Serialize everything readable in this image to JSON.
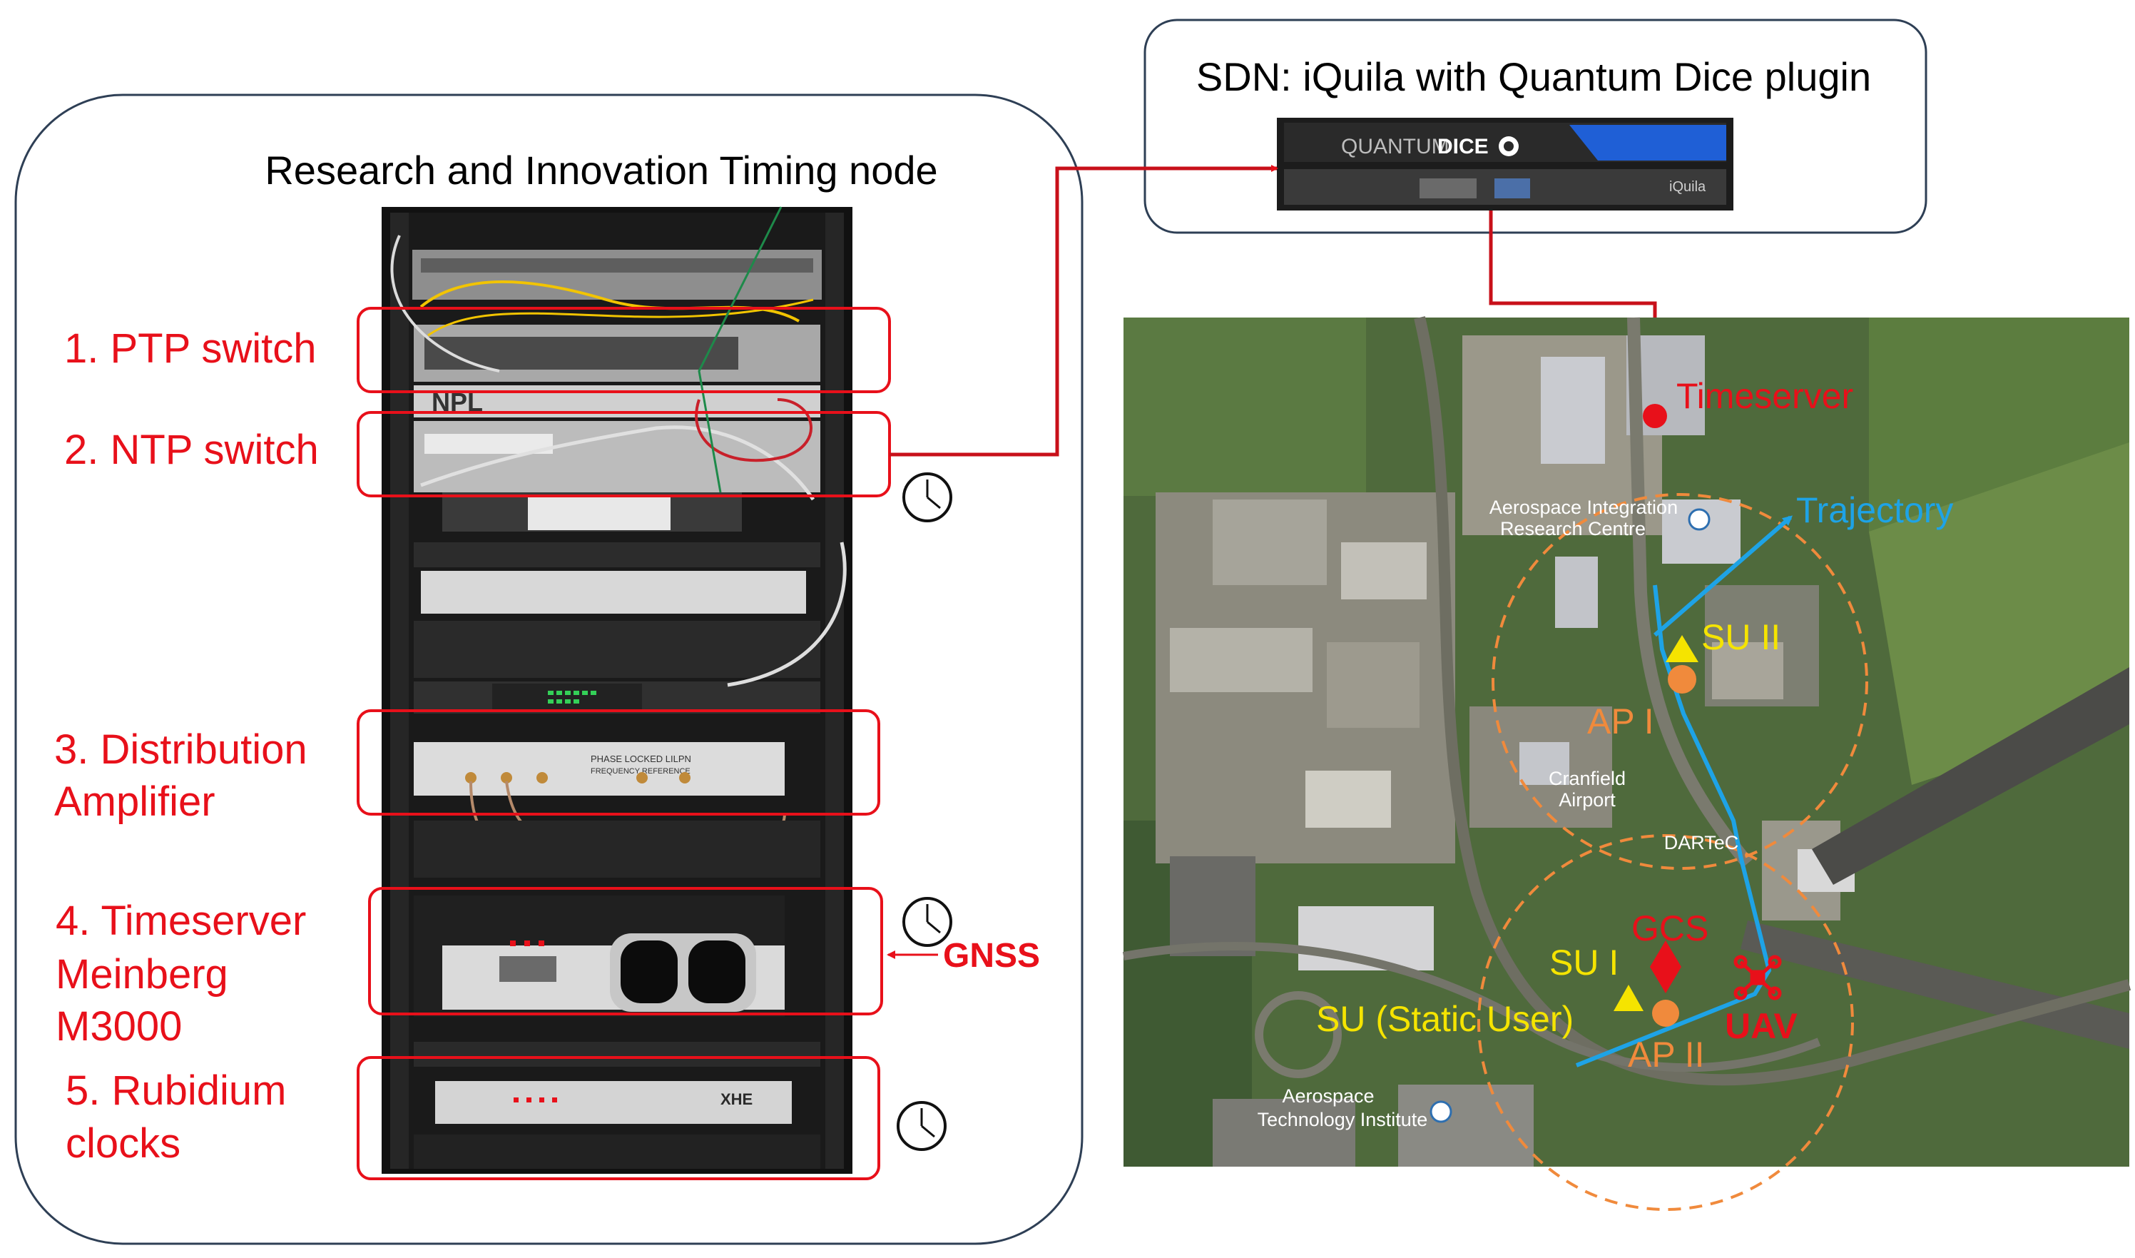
{
  "node": {
    "title": "Research and Innovation Timing node",
    "labels": [
      "1. PTP switch",
      "2. NTP switch",
      "3. Distribution",
      "Amplifier",
      "4. Timeserver",
      "Meinberg",
      "M3000",
      "5. Rubidium",
      "clocks"
    ],
    "gnss_label": "GNSS"
  },
  "rack_panel_text": {
    "npl": "NPL",
    "pll": "PHASE LOCKED LILPN",
    "pll_sub": "FREQUENCY REFERENCE",
    "xhe": "XHE"
  },
  "sdn": {
    "title": "SDN: iQuila with Quantum Dice plugin",
    "brand_left": "QUANTUM",
    "brand_right": "DICE",
    "brand_iquila": "iQuila"
  },
  "map": {
    "labels": {
      "timeserver": "Timeserver",
      "trajectory": "Trajectory",
      "su2": "SU II",
      "ap1": "AP I",
      "gcs": "GCS",
      "su1": "SU I",
      "su_static": "SU (Static User)",
      "ap2": "AP II",
      "uav": "UAV"
    },
    "places": {
      "airc_1": "Aerospace Integration",
      "airc_2": "Research Centre",
      "cranfield_1": "Cranfield",
      "cranfield_2": "Airport",
      "dartec": "DARTeC",
      "ati_1": "Aerospace",
      "ati_2": "Technology Institute"
    }
  },
  "colors": {
    "red": "#e8101a",
    "orange": "#f08a3c",
    "blue": "#1ea3e6",
    "yellow": "#f5e400",
    "box_border": "#2e3f55"
  },
  "icons": [
    "clock-icon",
    "diamond-icon",
    "triangle-icon",
    "uav-icon",
    "pin-icon"
  ]
}
